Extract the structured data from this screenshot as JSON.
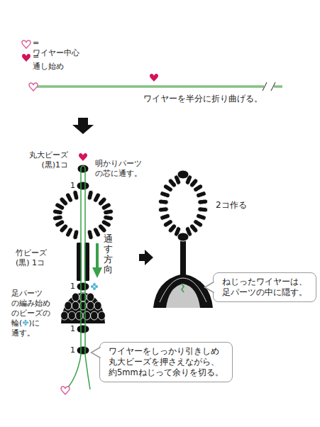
{
  "diagram": {
    "nodes": [
      {
        "text": [
          "ねじったワイヤーは、 足パーツの中に隠す。"
        ]
      },
      {
        "text": [
          "ワイヤーをしっかり引きしめ 丸大ビーズを押さえながら、 約5mmねじって余りを切る。"
        ]
      }
    ],
    "labels": [
      "ワイヤーを半分に折り曲げる。",
      "丸大ビーズ (黒)1コ",
      "明かりパーツ の芯に通す。",
      "1",
      "竹ビーズ(黒) 1コ",
      "通す方向",
      "1",
      "足パーツ の編み始め のビーズの 輪(✤)に 通す。",
      "1",
      "1",
      "2コ作る"
    ],
    "legend": [
      {
        "text": "=ワイヤー中心"
      },
      {
        "text": "=通し始め"
      }
    ]
  }
}
